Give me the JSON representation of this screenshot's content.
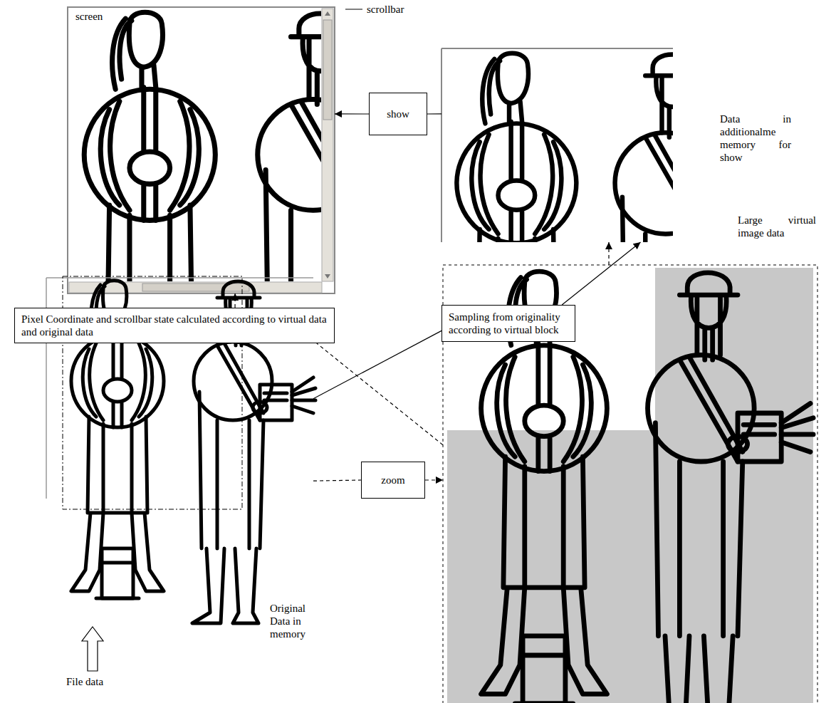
{
  "diagram": {
    "nodes": [
      {
        "text": [
          "screen"
        ]
      },
      {
        "text": [
          "Data in additionalme memory for show"
        ]
      },
      {
        "text": [
          "show"
        ]
      },
      {
        "text": [
          "Pixel Coordinate and scrollbar state calculated according to virtual data and original data"
        ]
      },
      {
        "text": [
          "Sampling from originality according to virtual block"
        ]
      },
      {
        "text": [
          "Original Data in memory"
        ]
      },
      {
        "text": [
          "zoom"
        ]
      },
      {
        "text": [
          "Large virtual image data"
        ]
      }
    ],
    "edges": [
      {
        "from": 1,
        "to": 2,
        "arrow": "none"
      },
      {
        "from": 2,
        "to": 0,
        "arrow": "to"
      },
      {
        "from": 5,
        "to": 6,
        "arrow": "none"
      },
      {
        "from": 6,
        "to": 7,
        "arrow": "to"
      },
      {
        "from": 7,
        "to": 3,
        "arrow": "none"
      },
      {
        "from": 3,
        "to": 0,
        "arrow": "to"
      },
      {
        "from": 5,
        "to": 4,
        "arrow": "none"
      },
      {
        "from": 4,
        "to": 1,
        "arrow": "to"
      },
      {
        "from": 7,
        "to": 1,
        "arrow": "to"
      }
    ],
    "labels": [
      "scrollbar",
      "File data"
    ]
  }
}
